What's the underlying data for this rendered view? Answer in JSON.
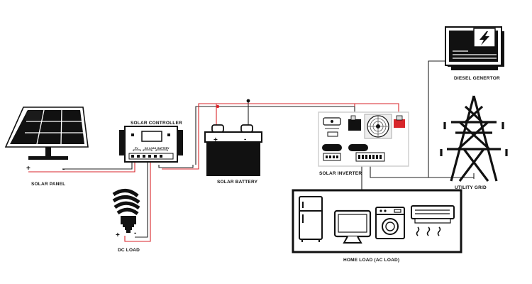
{
  "labels": {
    "solar_panel": "SOLAR PANEL",
    "solar_controller": "SOLAR CONTROLLER",
    "solar_battery": "SOLAR BATTERY",
    "solar_inverter": "SOLAR INVERTER",
    "diesel_generator": "DIESEL GENERTOR",
    "utility_grid": "UTILITY GRID",
    "dc_load": "DC LOAD",
    "home_load": "HOME LOAD (AC LOAD)"
  },
  "controller_terminals": {
    "pv": "PV",
    "dc_load": "DC LOAD",
    "battery": "BATTERY"
  },
  "polarity": {
    "plus": "+",
    "minus": "-"
  },
  "colors": {
    "wire_positive": "#d8262b",
    "wire_negative": "#222222",
    "stroke": "#111111"
  },
  "icons": [
    "solar-panel-icon",
    "solar-controller-icon",
    "battery-icon",
    "inverter-icon",
    "generator-icon",
    "transmission-tower-icon",
    "light-bulb-icon",
    "refrigerator-icon",
    "computer-icon",
    "washing-machine-icon",
    "air-conditioner-icon"
  ]
}
